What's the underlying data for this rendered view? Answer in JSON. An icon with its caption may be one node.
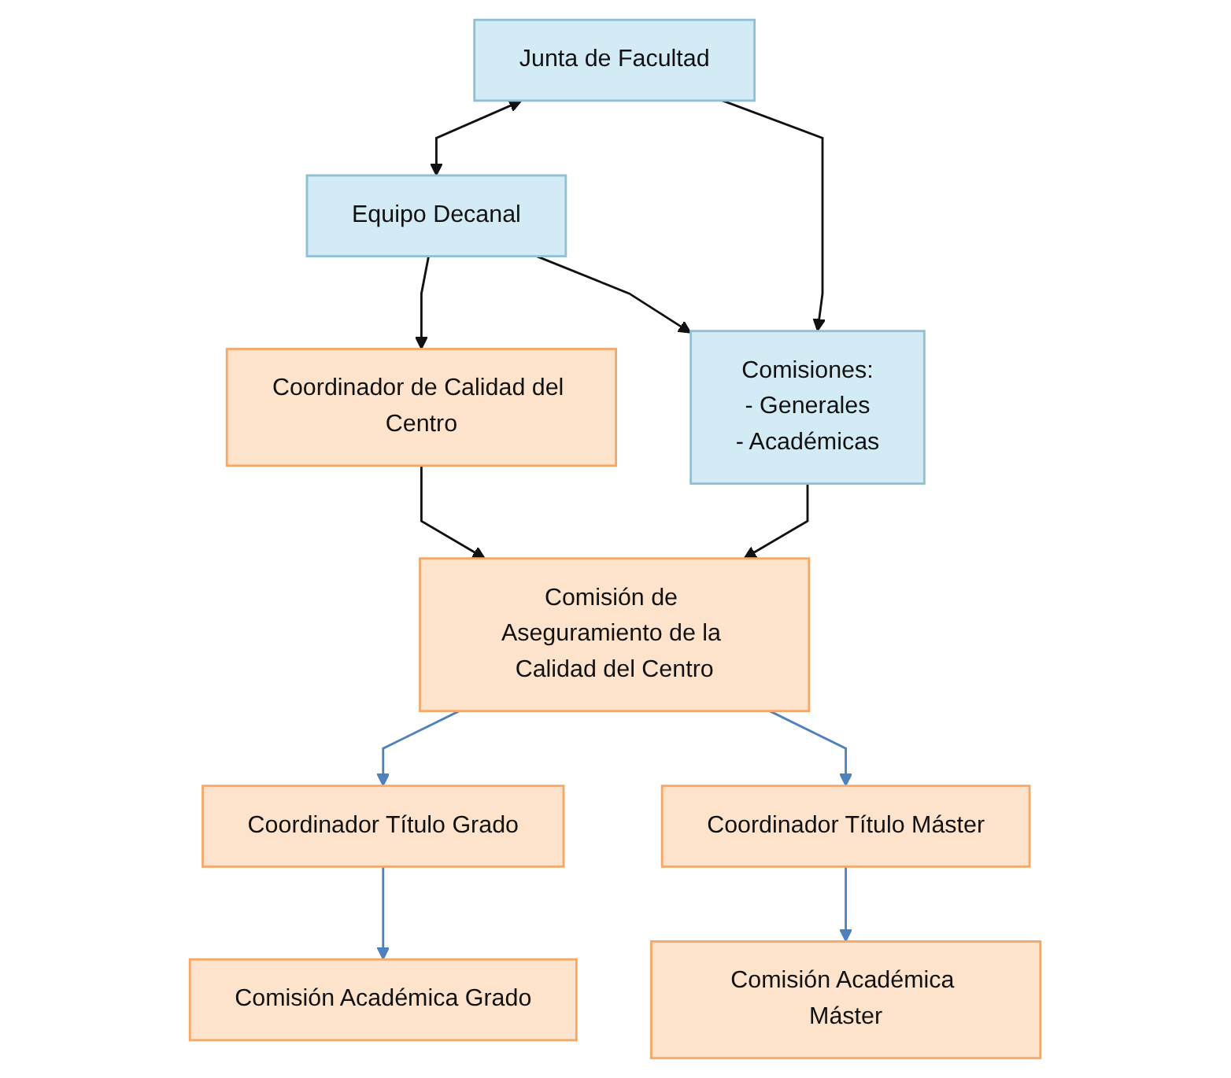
{
  "diagram": {
    "nodes": [
      {
        "text": [
          "Junta de Facultad"
        ]
      },
      {
        "text": [
          "Equipo Decanal"
        ]
      },
      {
        "text": [
          "Coordinador de Calidad del Centro"
        ]
      },
      {
        "text": [
          "Comisiones:",
          "- Generales",
          "- Académicas"
        ]
      },
      {
        "text": [
          "Comisión de Aseguramiento de la Calidad del Centro"
        ]
      },
      {
        "text": [
          "Coordinador Título Grado"
        ]
      },
      {
        "text": [
          "Coordinador Título Máster"
        ]
      },
      {
        "text": [
          "Comisión Académica Grado"
        ]
      },
      {
        "text": [
          "Comisión Académica Máster"
        ]
      }
    ],
    "edges": [
      {
        "from": 0,
        "to": 1,
        "arrow": "both"
      },
      {
        "from": 1,
        "to": 2,
        "arrow": "to"
      },
      {
        "from": 0,
        "to": 3,
        "arrow": "to"
      },
      {
        "from": 1,
        "to": 3,
        "arrow": "to"
      },
      {
        "from": 2,
        "to": 4,
        "arrow": "to"
      },
      {
        "from": 3,
        "to": 4,
        "arrow": "to"
      },
      {
        "from": 4,
        "to": 5,
        "arrow": "to",
        "color": "#4f81bd"
      },
      {
        "from": 4,
        "to": 6,
        "arrow": "to",
        "color": "#4f81bd"
      },
      {
        "from": 5,
        "to": 7,
        "arrow": "to",
        "color": "#4f81bd"
      },
      {
        "from": 6,
        "to": 8,
        "arrow": "to",
        "color": "#4f81bd"
      }
    ]
  }
}
